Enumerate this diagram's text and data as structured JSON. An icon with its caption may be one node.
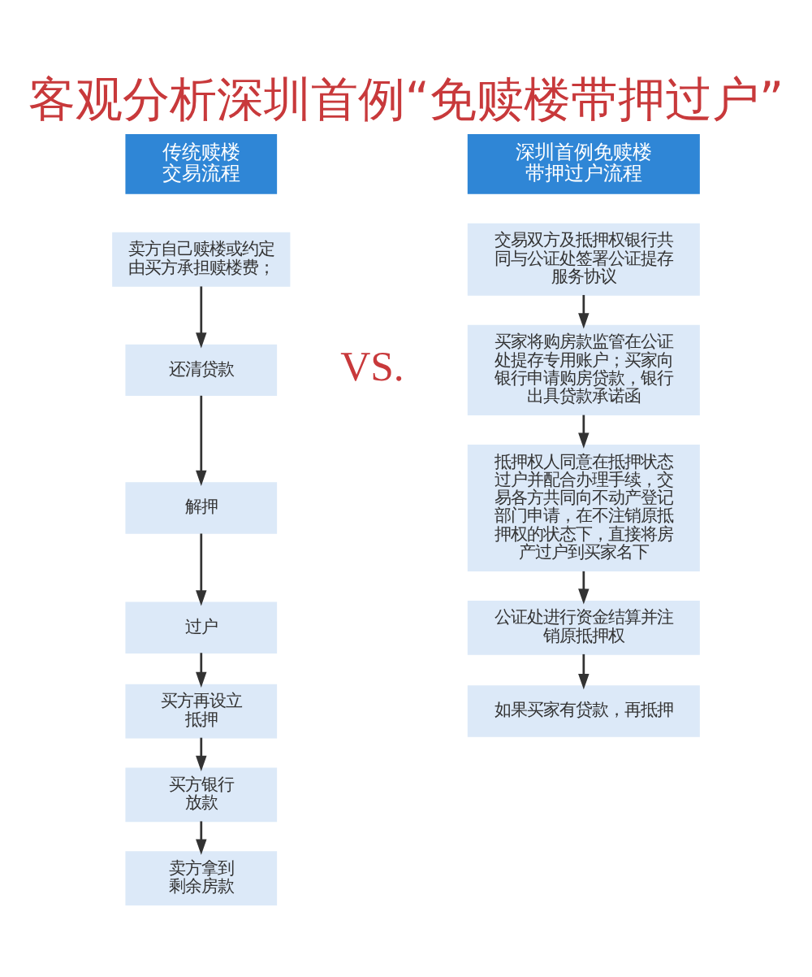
{
  "diagram": {
    "title": "客观分析深圳首例“免赎楼带押过户”",
    "nodes": [
      {
        "text": [
          "传统赎楼交易流程"
        ]
      },
      {
        "text": [
          "卖方自己赎楼或约定由买方承担赎楼费；"
        ]
      },
      {
        "text": [
          "还清贷款"
        ]
      },
      {
        "text": [
          "解押"
        ]
      },
      {
        "text": [
          "过户"
        ]
      },
      {
        "text": [
          "买方再设立抵押"
        ]
      },
      {
        "text": [
          "买方银行放款"
        ]
      },
      {
        "text": [
          "卖方拿到剩余房款"
        ]
      },
      {
        "text": [
          "深圳首例免赎楼带押过户流程"
        ]
      },
      {
        "text": [
          "交易双方及抵押权银行共同与公证处签署公证提存服务协议"
        ]
      },
      {
        "text": [
          "买家将购房款监管在公证处提存专用账户；买家向银行申请购房贷款，银行出具贷款承诺函"
        ]
      },
      {
        "text": [
          "抵押权人同意在抵押状态过户并配合办理手续，交易各方共同向不动产登记部门申请，在不注销原抵押权的状态下，直接将房产过户到买家名下"
        ]
      },
      {
        "text": [
          "公证处进行资金结算并注销原抵押权"
        ]
      },
      {
        "text": [
          "如果买家有贷款，再抵押"
        ]
      }
    ],
    "edges": [
      {
        "from": 1,
        "to": 2,
        "arrow": "to"
      },
      {
        "from": 2,
        "to": 3,
        "arrow": "to"
      },
      {
        "from": 3,
        "to": 4,
        "arrow": "to"
      },
      {
        "from": 4,
        "to": 5,
        "arrow": "to"
      },
      {
        "from": 5,
        "to": 6,
        "arrow": "to"
      },
      {
        "from": 6,
        "to": 7,
        "arrow": "to"
      },
      {
        "from": 9,
        "to": 10,
        "arrow": "to"
      },
      {
        "from": 10,
        "to": 11,
        "arrow": "to"
      },
      {
        "from": 11,
        "to": 12,
        "arrow": "to"
      },
      {
        "from": 12,
        "to": 13,
        "arrow": "to"
      }
    ],
    "labels": [
      "VS."
    ]
  }
}
